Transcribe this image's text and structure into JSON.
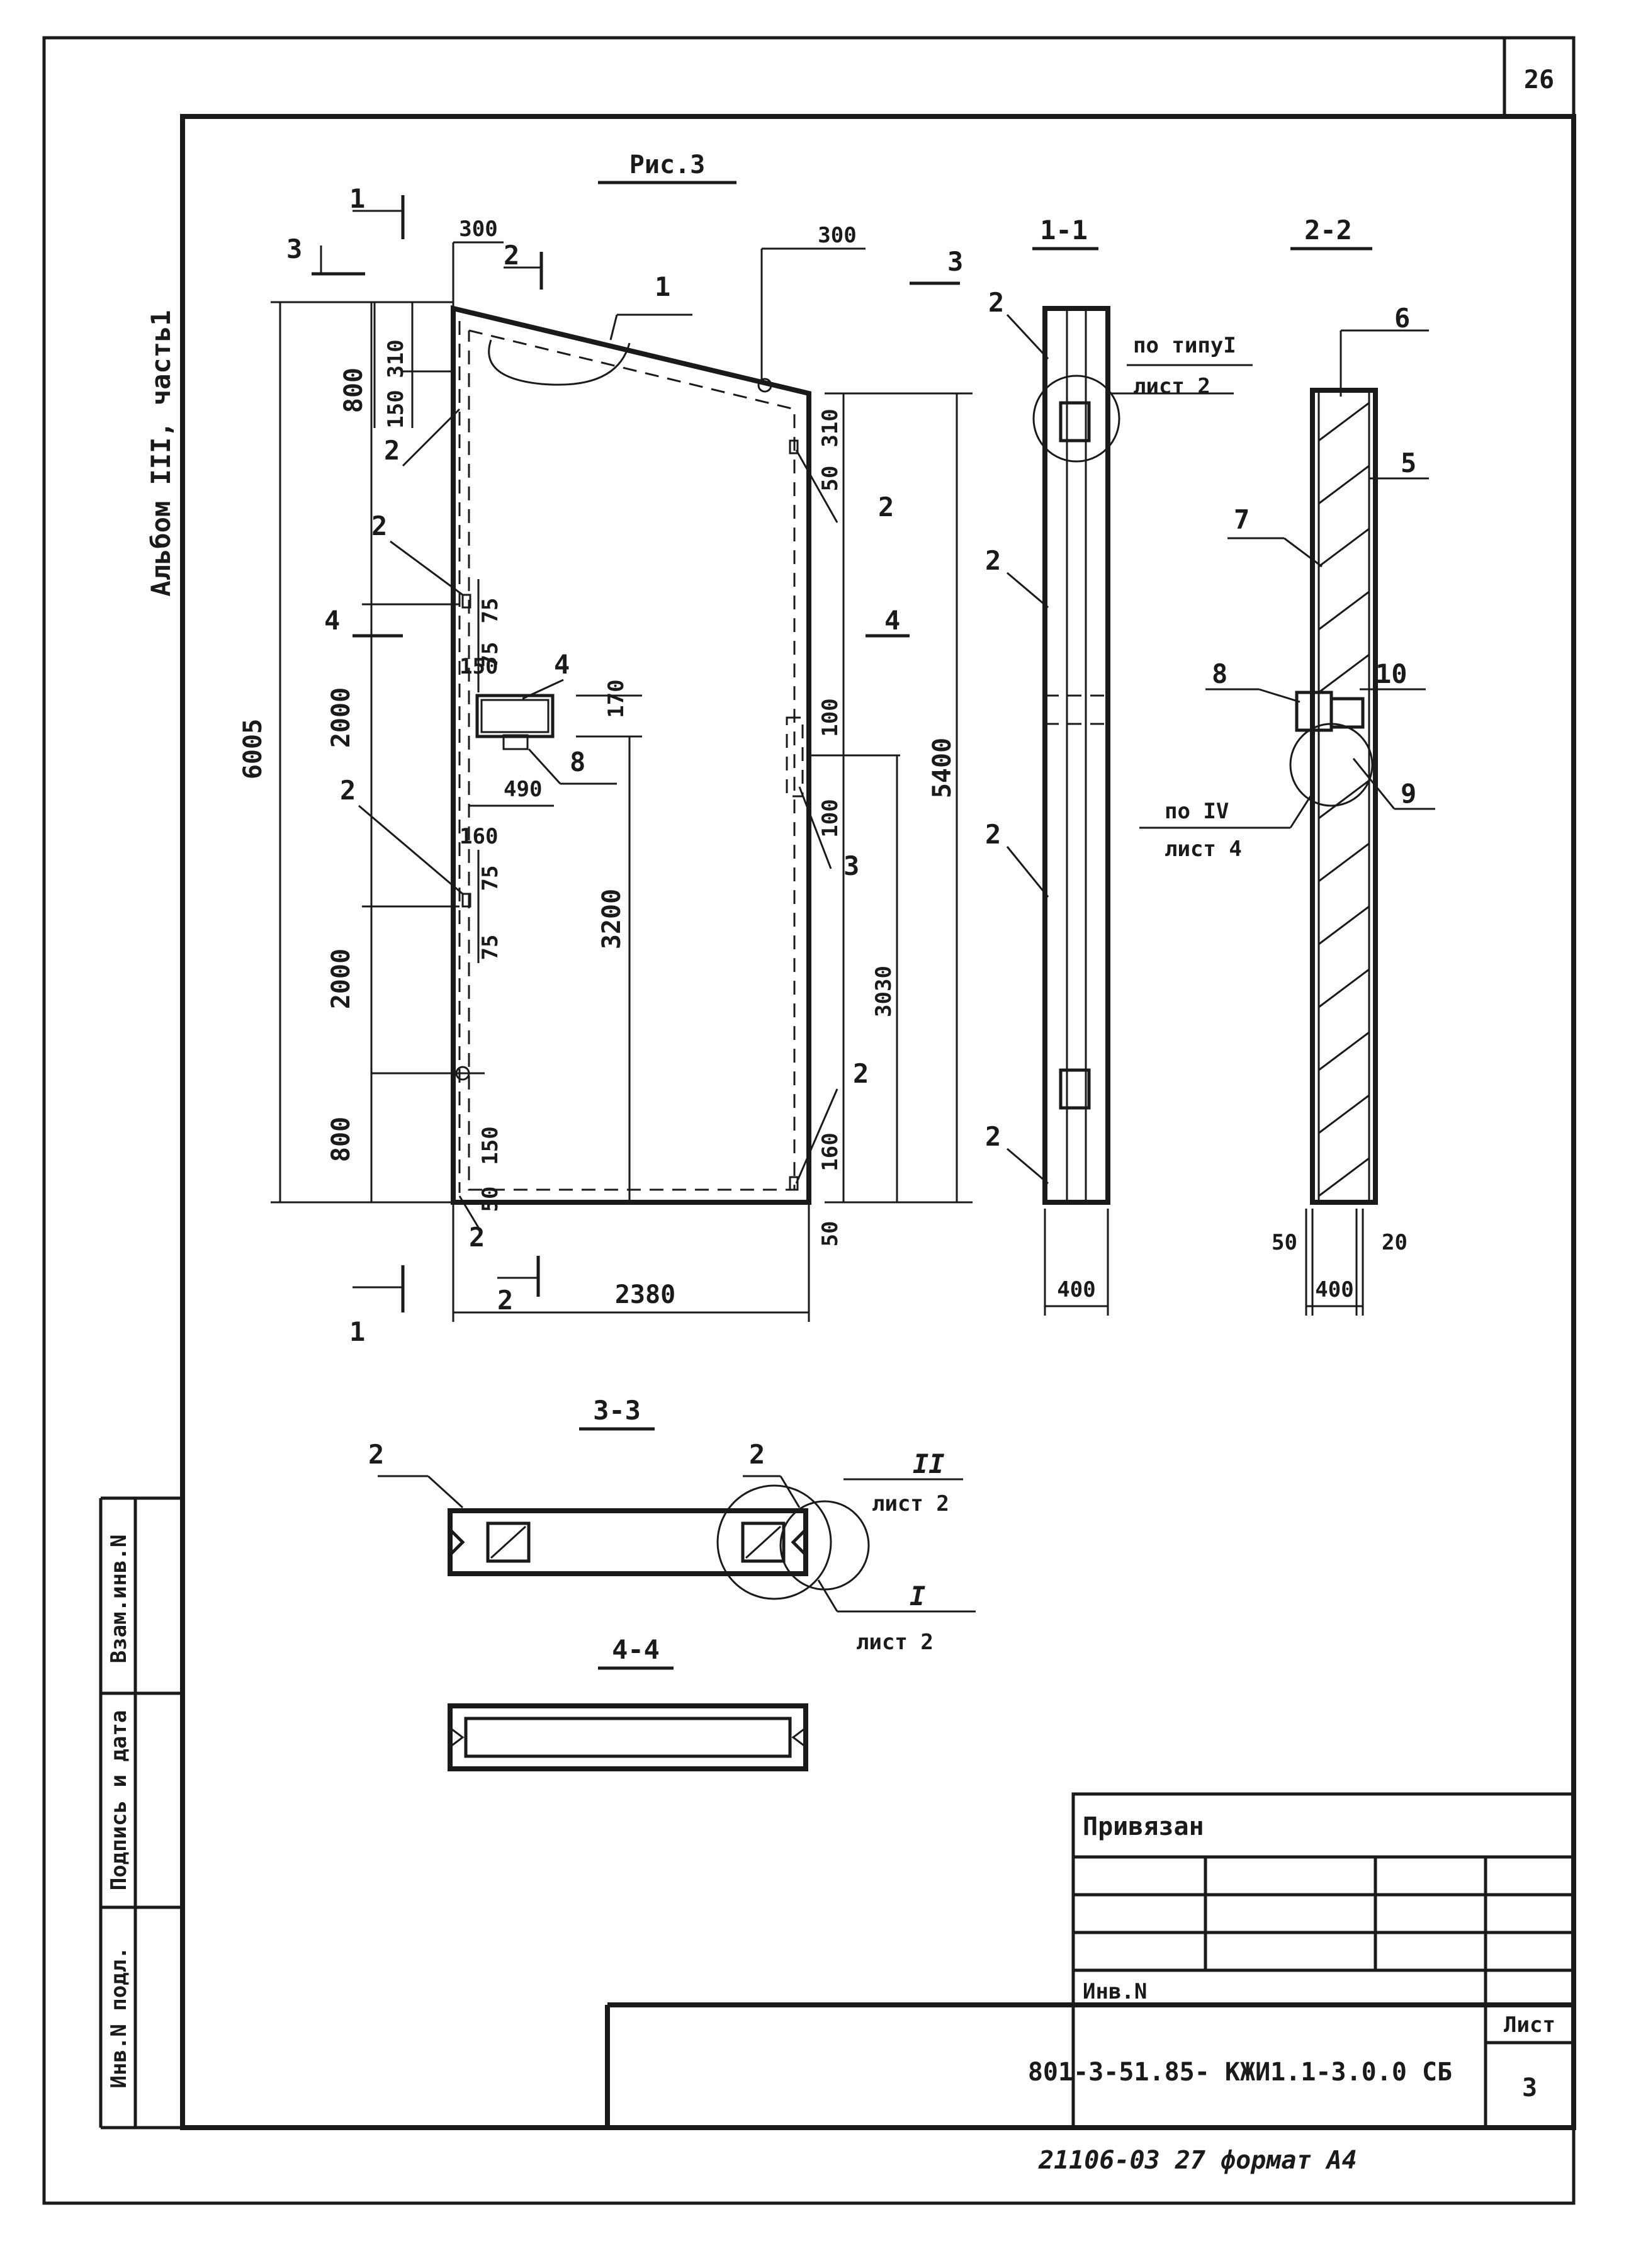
{
  "sheet": {
    "page_number": "26",
    "album_label": "Альбом III, часть1",
    "figure_title": "Рис.3",
    "format_note": "21106-03 27 формат А4"
  },
  "sections": {
    "s11": "1-1",
    "s22": "2-2",
    "s33": "3-3",
    "s44": "4-4"
  },
  "callouts": {
    "type1_line1": "по типуI",
    "type1_line2": "лист 2",
    "iv_line1": "по IV",
    "iv_line2": "лист 4",
    "ii_line1": "II",
    "ii_line2": "лист 2",
    "i_line1": "I",
    "i_line2": "лист 2"
  },
  "markers": {
    "m1": "1",
    "m2": "2",
    "m3": "3",
    "m4": "4",
    "m5": "5",
    "m6": "6",
    "m7": "7",
    "m8": "8",
    "m9": "9",
    "m10": "10"
  },
  "dims": {
    "d300": "300",
    "d800": "800",
    "d310": "310",
    "d150": "150",
    "d6005": "6005",
    "d2000": "2000",
    "d75": "75",
    "d170": "170",
    "d490": "490",
    "d160": "160",
    "d3200": "3200",
    "d100": "100",
    "d5400": "5400",
    "d3030": "3030",
    "d50": "50",
    "d2380": "2380",
    "d400": "400",
    "d20": "20"
  },
  "stamp": {
    "columns": [
      "Инв.N подл.",
      "Подпись и дата",
      "Взам.инв.N"
    ],
    "privyazan": "Привязан",
    "inv_no": "Инв.N",
    "code": "801-3-51.85- КЖИ1.1-3.0.0 СБ",
    "sheet_label": "Лист",
    "sheet_number": "3"
  }
}
